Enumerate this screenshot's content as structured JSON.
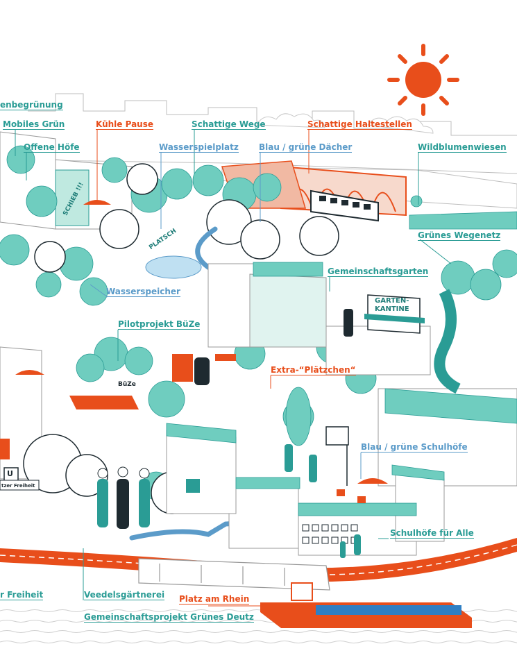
{
  "colors": {
    "teal": "#2a9c95",
    "mint": "#6fcdbf",
    "light_mint": "#bfe9e0",
    "blue": "#5b9bc9",
    "red": "#e84e1b",
    "line": "#9a9a9a",
    "dark": "#1e2a30"
  },
  "labels": {
    "fassadenbegruenung": "enbegrünung",
    "mobiles_gruen": "Mobiles Grün",
    "offene_hoefe": "Offene Höfe",
    "kuehle_pause": "Kühle Pause",
    "schattige_wege": "Schattige Wege",
    "schattige_haltestellen": "Schattige Haltestellen",
    "wasserspielplatz": "Wasserspielplatz",
    "blau_gruene_daecher": "Blau / grüne Dächer",
    "wildblumenwiesen": "Wildblumenwiesen",
    "gruenes_wegenetz": "Grünes Wegenetz",
    "gemeinschaftsgarten": "Gemeinschaftsgarten",
    "wasserspeicher": "Wasserspeicher",
    "pilotprojekt_bueze": "Pilotprojekt BüZe",
    "extra_plaetzchen": "Extra-“Plätzchen“",
    "blau_gruene_schulhoefe": "Blau / grüne Schulhöfe",
    "schulhoefe_fuer_alle": "Schulhöfe für Alle",
    "freiheit": "r Freiheit",
    "veedelsgaertnerei": "Veedelsgärtnerei",
    "platz_am_rhein": "Platz am Rhein",
    "gemeinschaftsprojekt": "Gemeinschaftsprojekt Grünes Deutz"
  },
  "signs": {
    "schieb": "SCHIEB !!!",
    "platsch": "PLATSCH",
    "garten_kantine_1": "GARTEN-",
    "garten_kantine_2": "KANTINE",
    "bueze": "BüZe",
    "u_sign": "U",
    "station": "tzer Freiheit"
  }
}
